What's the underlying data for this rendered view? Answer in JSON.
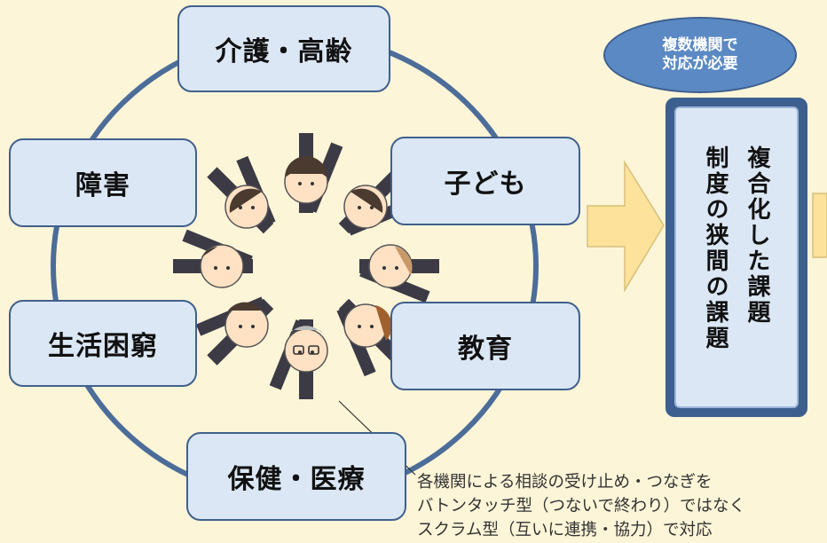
{
  "categories": [
    {
      "id": "care",
      "label": "介護・高齢"
    },
    {
      "id": "children",
      "label": "子ども"
    },
    {
      "id": "education",
      "label": "教育"
    },
    {
      "id": "health",
      "label": "保健・医療"
    },
    {
      "id": "poverty",
      "label": "生活困窮"
    },
    {
      "id": "disability",
      "label": "障害"
    }
  ],
  "oval": {
    "line1": "複数機関で",
    "line2": "対応が必要"
  },
  "issue_panel": {
    "col1": "複合化した課題",
    "col2": "制度の狭間の課題"
  },
  "caption": {
    "line1": "各機関による相談の受け止め・つなぎを",
    "line2": "バトンタッチ型（つないで終わり）ではなく",
    "line3": "スクラム型（互いに連携・協力）で対応"
  },
  "colors": {
    "background": "#fdf5d8",
    "box_fill": "#dbe7f5",
    "box_border": "#40608c",
    "ring": "#4c6d99",
    "oval_fill": "#5b89c4",
    "arrow_fill": "#fce29a"
  }
}
